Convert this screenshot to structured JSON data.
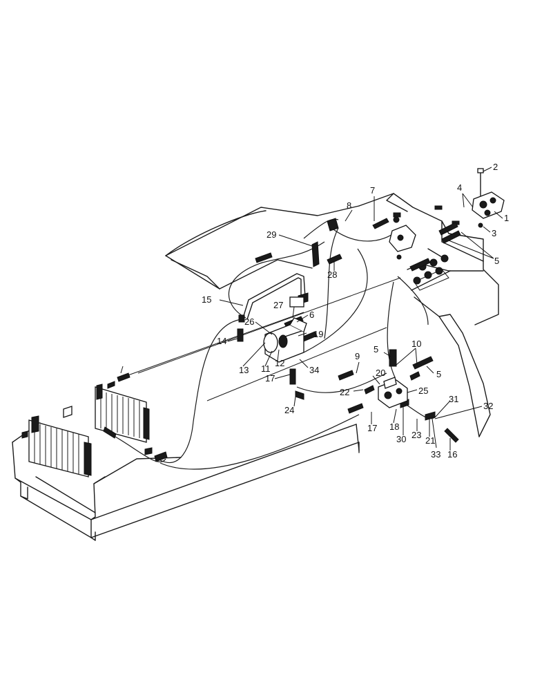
{
  "callouts": [
    {
      "id": "c1",
      "text": "1"
    },
    {
      "id": "c2",
      "text": "2"
    },
    {
      "id": "c3",
      "text": "3"
    },
    {
      "id": "c4",
      "text": "4"
    },
    {
      "id": "c5a",
      "text": "5"
    },
    {
      "id": "c5b",
      "text": "5"
    },
    {
      "id": "c5c",
      "text": "5"
    },
    {
      "id": "c6",
      "text": "6"
    },
    {
      "id": "c7",
      "text": "7"
    },
    {
      "id": "c8",
      "text": "8"
    },
    {
      "id": "c9",
      "text": "9"
    },
    {
      "id": "c10",
      "text": "10"
    },
    {
      "id": "c11",
      "text": "11"
    },
    {
      "id": "c12",
      "text": "12"
    },
    {
      "id": "c13",
      "text": "13"
    },
    {
      "id": "c14",
      "text": "14"
    },
    {
      "id": "c15",
      "text": "15"
    },
    {
      "id": "c16",
      "text": "16"
    },
    {
      "id": "c17a",
      "text": "17"
    },
    {
      "id": "c17b",
      "text": "17"
    },
    {
      "id": "c18",
      "text": "18"
    },
    {
      "id": "c19",
      "text": "19"
    },
    {
      "id": "c20",
      "text": "20"
    },
    {
      "id": "c21",
      "text": "21"
    },
    {
      "id": "c22",
      "text": "22"
    },
    {
      "id": "c23",
      "text": "23"
    },
    {
      "id": "c24",
      "text": "24"
    },
    {
      "id": "c25",
      "text": "25"
    },
    {
      "id": "c26",
      "text": "26"
    },
    {
      "id": "c27",
      "text": "27"
    },
    {
      "id": "c28",
      "text": "28"
    },
    {
      "id": "c29",
      "text": "29"
    },
    {
      "id": "c30",
      "text": "30"
    },
    {
      "id": "c31",
      "text": "31"
    },
    {
      "id": "c32",
      "text": "32"
    },
    {
      "id": "c33",
      "text": "33"
    },
    {
      "id": "c34",
      "text": "34"
    }
  ]
}
